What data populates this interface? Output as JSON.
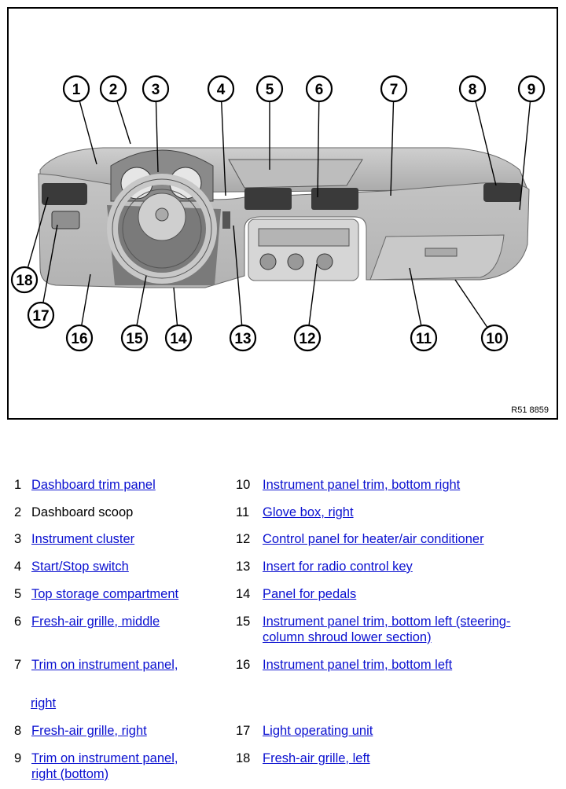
{
  "figure": {
    "code": "R51 8859",
    "callouts": [
      "1",
      "2",
      "3",
      "4",
      "5",
      "6",
      "7",
      "8",
      "9",
      "10",
      "11",
      "12",
      "13",
      "14",
      "15",
      "16",
      "17",
      "18"
    ]
  },
  "legend": {
    "items": [
      {
        "num": "1",
        "lines": [
          "Dashboard trim panel"
        ],
        "link": true
      },
      {
        "num": "2",
        "lines": [
          "Dashboard scoop"
        ],
        "link": false
      },
      {
        "num": "3",
        "lines": [
          "Instrument cluster"
        ],
        "link": true
      },
      {
        "num": "4",
        "lines": [
          "Start/Stop switch"
        ],
        "link": true
      },
      {
        "num": "5",
        "lines": [
          "Top storage compartment"
        ],
        "link": true
      },
      {
        "num": "6",
        "lines": [
          "Fresh-air grille, middle"
        ],
        "link": true
      },
      {
        "num": "7",
        "lines": [
          "Trim on instrument panel,",
          "right"
        ],
        "link": true
      },
      {
        "num": "8",
        "lines": [
          "Fresh-air grille, right"
        ],
        "link": true
      },
      {
        "num": "9",
        "lines": [
          "Trim on instrument panel,",
          "right (bottom)"
        ],
        "link": true
      },
      {
        "num": "10",
        "lines": [
          "Instrument panel trim, bottom right"
        ],
        "link": true
      },
      {
        "num": "11",
        "lines": [
          "Glove box, right"
        ],
        "link": true
      },
      {
        "num": "12",
        "lines": [
          "Control panel for heater/air conditioner"
        ],
        "link": true
      },
      {
        "num": "13",
        "lines": [
          "Insert for radio control key"
        ],
        "link": true
      },
      {
        "num": "14",
        "lines": [
          "Panel for pedals"
        ],
        "link": true
      },
      {
        "num": "15",
        "lines": [
          "Instrument panel trim, bottom left (steering-",
          "column shroud lower section)"
        ],
        "link": true
      },
      {
        "num": "16",
        "lines": [
          "Instrument panel trim, bottom left"
        ],
        "link": true
      },
      {
        "num": "17",
        "lines": [
          "Light operating unit"
        ],
        "link": true
      },
      {
        "num": "18",
        "lines": [
          "Fresh-air grille, left"
        ],
        "link": true
      }
    ]
  }
}
